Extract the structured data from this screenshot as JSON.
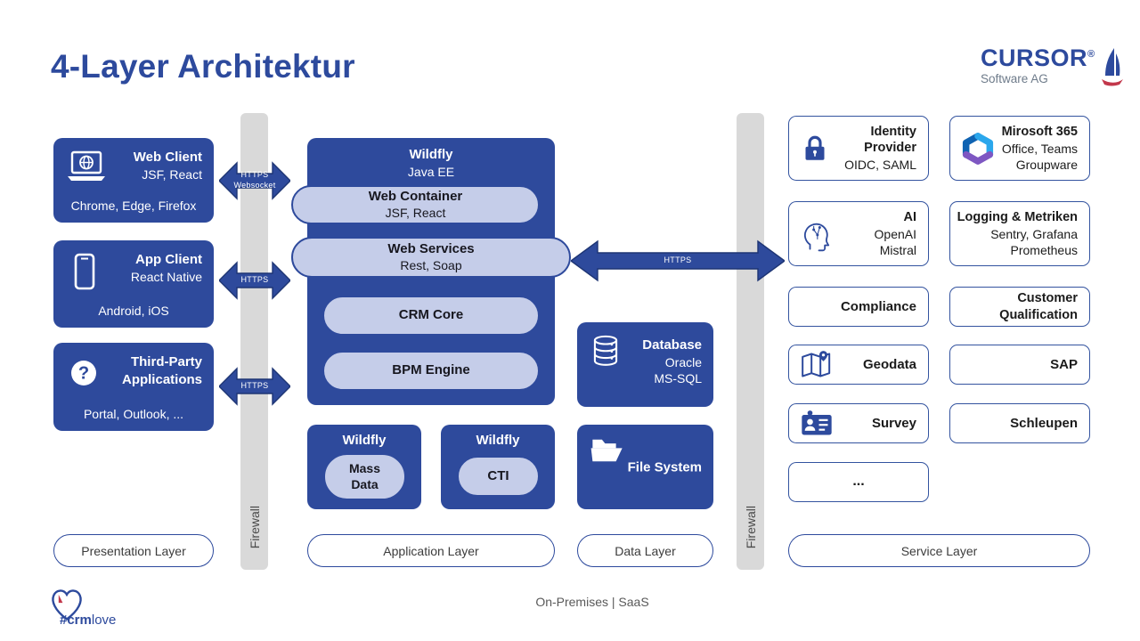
{
  "page": {
    "title": "4-Layer Architektur",
    "footer": "On-Premises | SaaS"
  },
  "brand": {
    "name": "CURSOR",
    "registered": "®",
    "subtitle": "Software AG",
    "crmlove_bold": "#crm",
    "crmlove_light": "love"
  },
  "firewall": {
    "label": "Firewall"
  },
  "arrows": {
    "websocket": {
      "line1": "HTTPS",
      "line2": "Websocket"
    },
    "app_https": {
      "line1": "HTTPS"
    },
    "thirdparty_https": {
      "line1": "HTTPS"
    },
    "main_https": {
      "line1": "HTTPS"
    }
  },
  "presentation": {
    "layer_label": "Presentation Layer",
    "web_client": {
      "title": "Web Client",
      "subtitle": "JSF, React",
      "footer": "Chrome, Edge, Firefox"
    },
    "app_client": {
      "title": "App Client",
      "subtitle": "React Native",
      "footer": "Android, iOS"
    },
    "third_party": {
      "title_line1": "Third-Party",
      "title_line2": "Applications",
      "footer": "Portal, Outlook, ...",
      "icon_glyph": "?"
    }
  },
  "application": {
    "layer_label": "Application Layer",
    "wildfly_main": {
      "title": "Wildfly",
      "subtitle": "Java EE",
      "web_container": {
        "title": "Web Container",
        "subtitle": "JSF, React"
      },
      "web_services": {
        "title": "Web Services",
        "subtitle": "Rest, Soap"
      },
      "crm_core": "CRM Core",
      "bpm_engine": "BPM Engine"
    },
    "wildfly_mass": {
      "title": "Wildfly",
      "pill_line1": "Mass",
      "pill_line2": "Data"
    },
    "wildfly_cti": {
      "title": "Wildfly",
      "pill": "CTI"
    }
  },
  "data_layer": {
    "layer_label": "Data Layer",
    "database": {
      "title": "Database",
      "line1": "Oracle",
      "line2": "MS-SQL"
    },
    "file_system": {
      "title": "File System"
    }
  },
  "services": {
    "layer_label": "Service Layer",
    "identity": {
      "title_line1": "Identity",
      "title_line2": "Provider",
      "line1": "OIDC, SAML"
    },
    "m365": {
      "title": "Mirosoft 365",
      "line1": "Office, Teams",
      "line2": "Groupware"
    },
    "ai": {
      "title": "AI",
      "line1": "OpenAI",
      "line2": "Mistral"
    },
    "logging": {
      "title": "Logging & Metriken",
      "line1": "Sentry, Grafana",
      "line2": "Prometheus"
    },
    "compliance": {
      "title": "Compliance"
    },
    "customer_qualification": {
      "title_line1": "Customer",
      "title_line2": "Qualification"
    },
    "geodata": {
      "title": "Geodata"
    },
    "sap": {
      "title": "SAP"
    },
    "survey": {
      "title": "Survey"
    },
    "schleupen": {
      "title": "Schleupen"
    },
    "more": {
      "title": "..."
    }
  },
  "colors": {
    "primary_blue": "#2d4a9d",
    "box_blue": "#2e4a9c",
    "pill_lavender": "#c5cde9",
    "firewall_gray": "#d9d9d9",
    "text_gray": "#595959"
  }
}
